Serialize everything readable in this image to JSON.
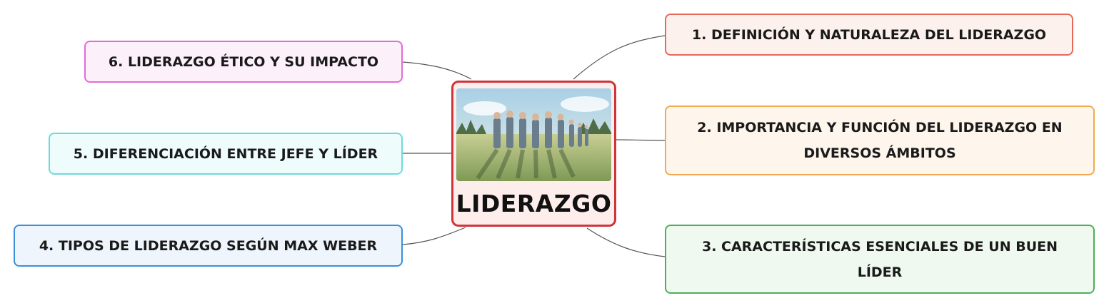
{
  "central": {
    "title": "LIDERAZGO",
    "image": "leadership-scene-image",
    "color": "#d0343a"
  },
  "branches": [
    {
      "label": "1. DEFINICIÓN Y NATURALEZA DEL LIDERAZGO",
      "color": "#e8685a",
      "fill": "#fdf1ee"
    },
    {
      "label": "2. IMPORTANCIA Y FUNCIÓN DEL LIDERAZGO EN DIVERSOS ÁMBITOS",
      "color": "#f2a950",
      "fill": "#fef6ec"
    },
    {
      "label": "3. CARACTERÍSTICAS ESENCIALES DE UN BUEN LÍDER",
      "color": "#4caf5a",
      "fill": "#eff9f0"
    },
    {
      "label": "4. TIPOS DE LIDERAZGO SEGÚN MAX WEBER",
      "color": "#3a8fd8",
      "fill": "#eef5fc"
    },
    {
      "label": "5. DIFERENCIACIÓN ENTRE JEFE Y LÍDER",
      "color": "#6fdbd9",
      "fill": "#effcfc"
    },
    {
      "label": "6. LIDERAZGO ÉTICO Y SU IMPACTO",
      "color": "#e56ad8",
      "fill": "#fcf0fb"
    }
  ]
}
